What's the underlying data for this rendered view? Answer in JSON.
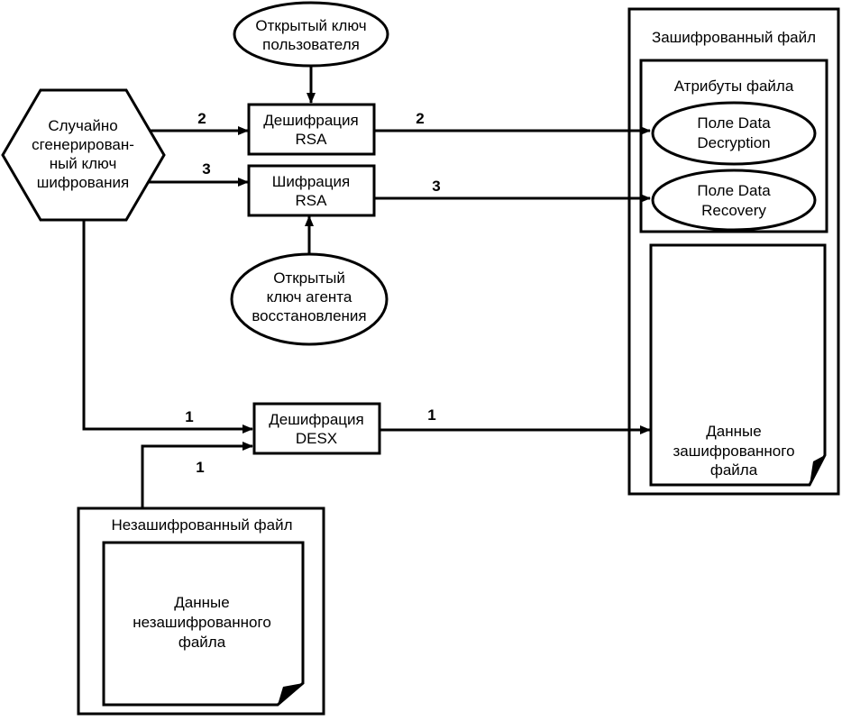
{
  "diagram": {
    "nodes": {
      "user_public_key": {
        "lines": [
          "Открытый ключ",
          "пользователя"
        ],
        "shape": "ellipse"
      },
      "random_key": {
        "lines": [
          "Случайно",
          "сгенерирован-",
          "ный ключ",
          "шифрования"
        ],
        "shape": "hexagon"
      },
      "rsa_decrypt": {
        "lines": [
          "Дешифрация",
          "RSA"
        ],
        "shape": "box"
      },
      "rsa_encrypt": {
        "lines": [
          "Шифрация",
          "RSA"
        ],
        "shape": "box"
      },
      "recovery_agent_key": {
        "lines": [
          "Открытый",
          "ключ агента",
          "восстановления"
        ],
        "shape": "ellipse"
      },
      "desx_decrypt": {
        "lines": [
          "Дешифрация",
          "DESX"
        ],
        "shape": "box"
      },
      "encrypted_file": {
        "title": "Зашифрованный файл",
        "shape": "container"
      },
      "file_attributes": {
        "title": "Атрибуты файла",
        "shape": "container"
      },
      "ddf_field": {
        "lines": [
          "Поле Data",
          "Decryption"
        ],
        "shape": "ellipse"
      },
      "drf_field": {
        "lines": [
          "Поле Data",
          "Recovery"
        ],
        "shape": "ellipse"
      },
      "encrypted_data": {
        "lines": [
          "Данные",
          "зашифрованного",
          "файла"
        ],
        "shape": "document"
      },
      "plain_file": {
        "title": "Незашифрованный файл",
        "shape": "container"
      },
      "plain_data": {
        "lines": [
          "Данные",
          "незашифрованного",
          "файла"
        ],
        "shape": "document"
      }
    },
    "edges": [
      {
        "from": "user_public_key",
        "to": "rsa_decrypt",
        "label": ""
      },
      {
        "from": "random_key",
        "to": "rsa_decrypt",
        "label": "2"
      },
      {
        "from": "rsa_decrypt",
        "to": "ddf_field",
        "label": "2"
      },
      {
        "from": "random_key",
        "to": "rsa_encrypt",
        "label": "3"
      },
      {
        "from": "rsa_encrypt",
        "to": "drf_field",
        "label": "3"
      },
      {
        "from": "recovery_agent_key",
        "to": "rsa_encrypt",
        "label": ""
      },
      {
        "from": "random_key",
        "to": "desx_decrypt",
        "label": "1"
      },
      {
        "from": "plain_file",
        "to": "desx_decrypt",
        "label": "1"
      },
      {
        "from": "desx_decrypt",
        "to": "encrypted_data",
        "label": "1"
      }
    ]
  }
}
